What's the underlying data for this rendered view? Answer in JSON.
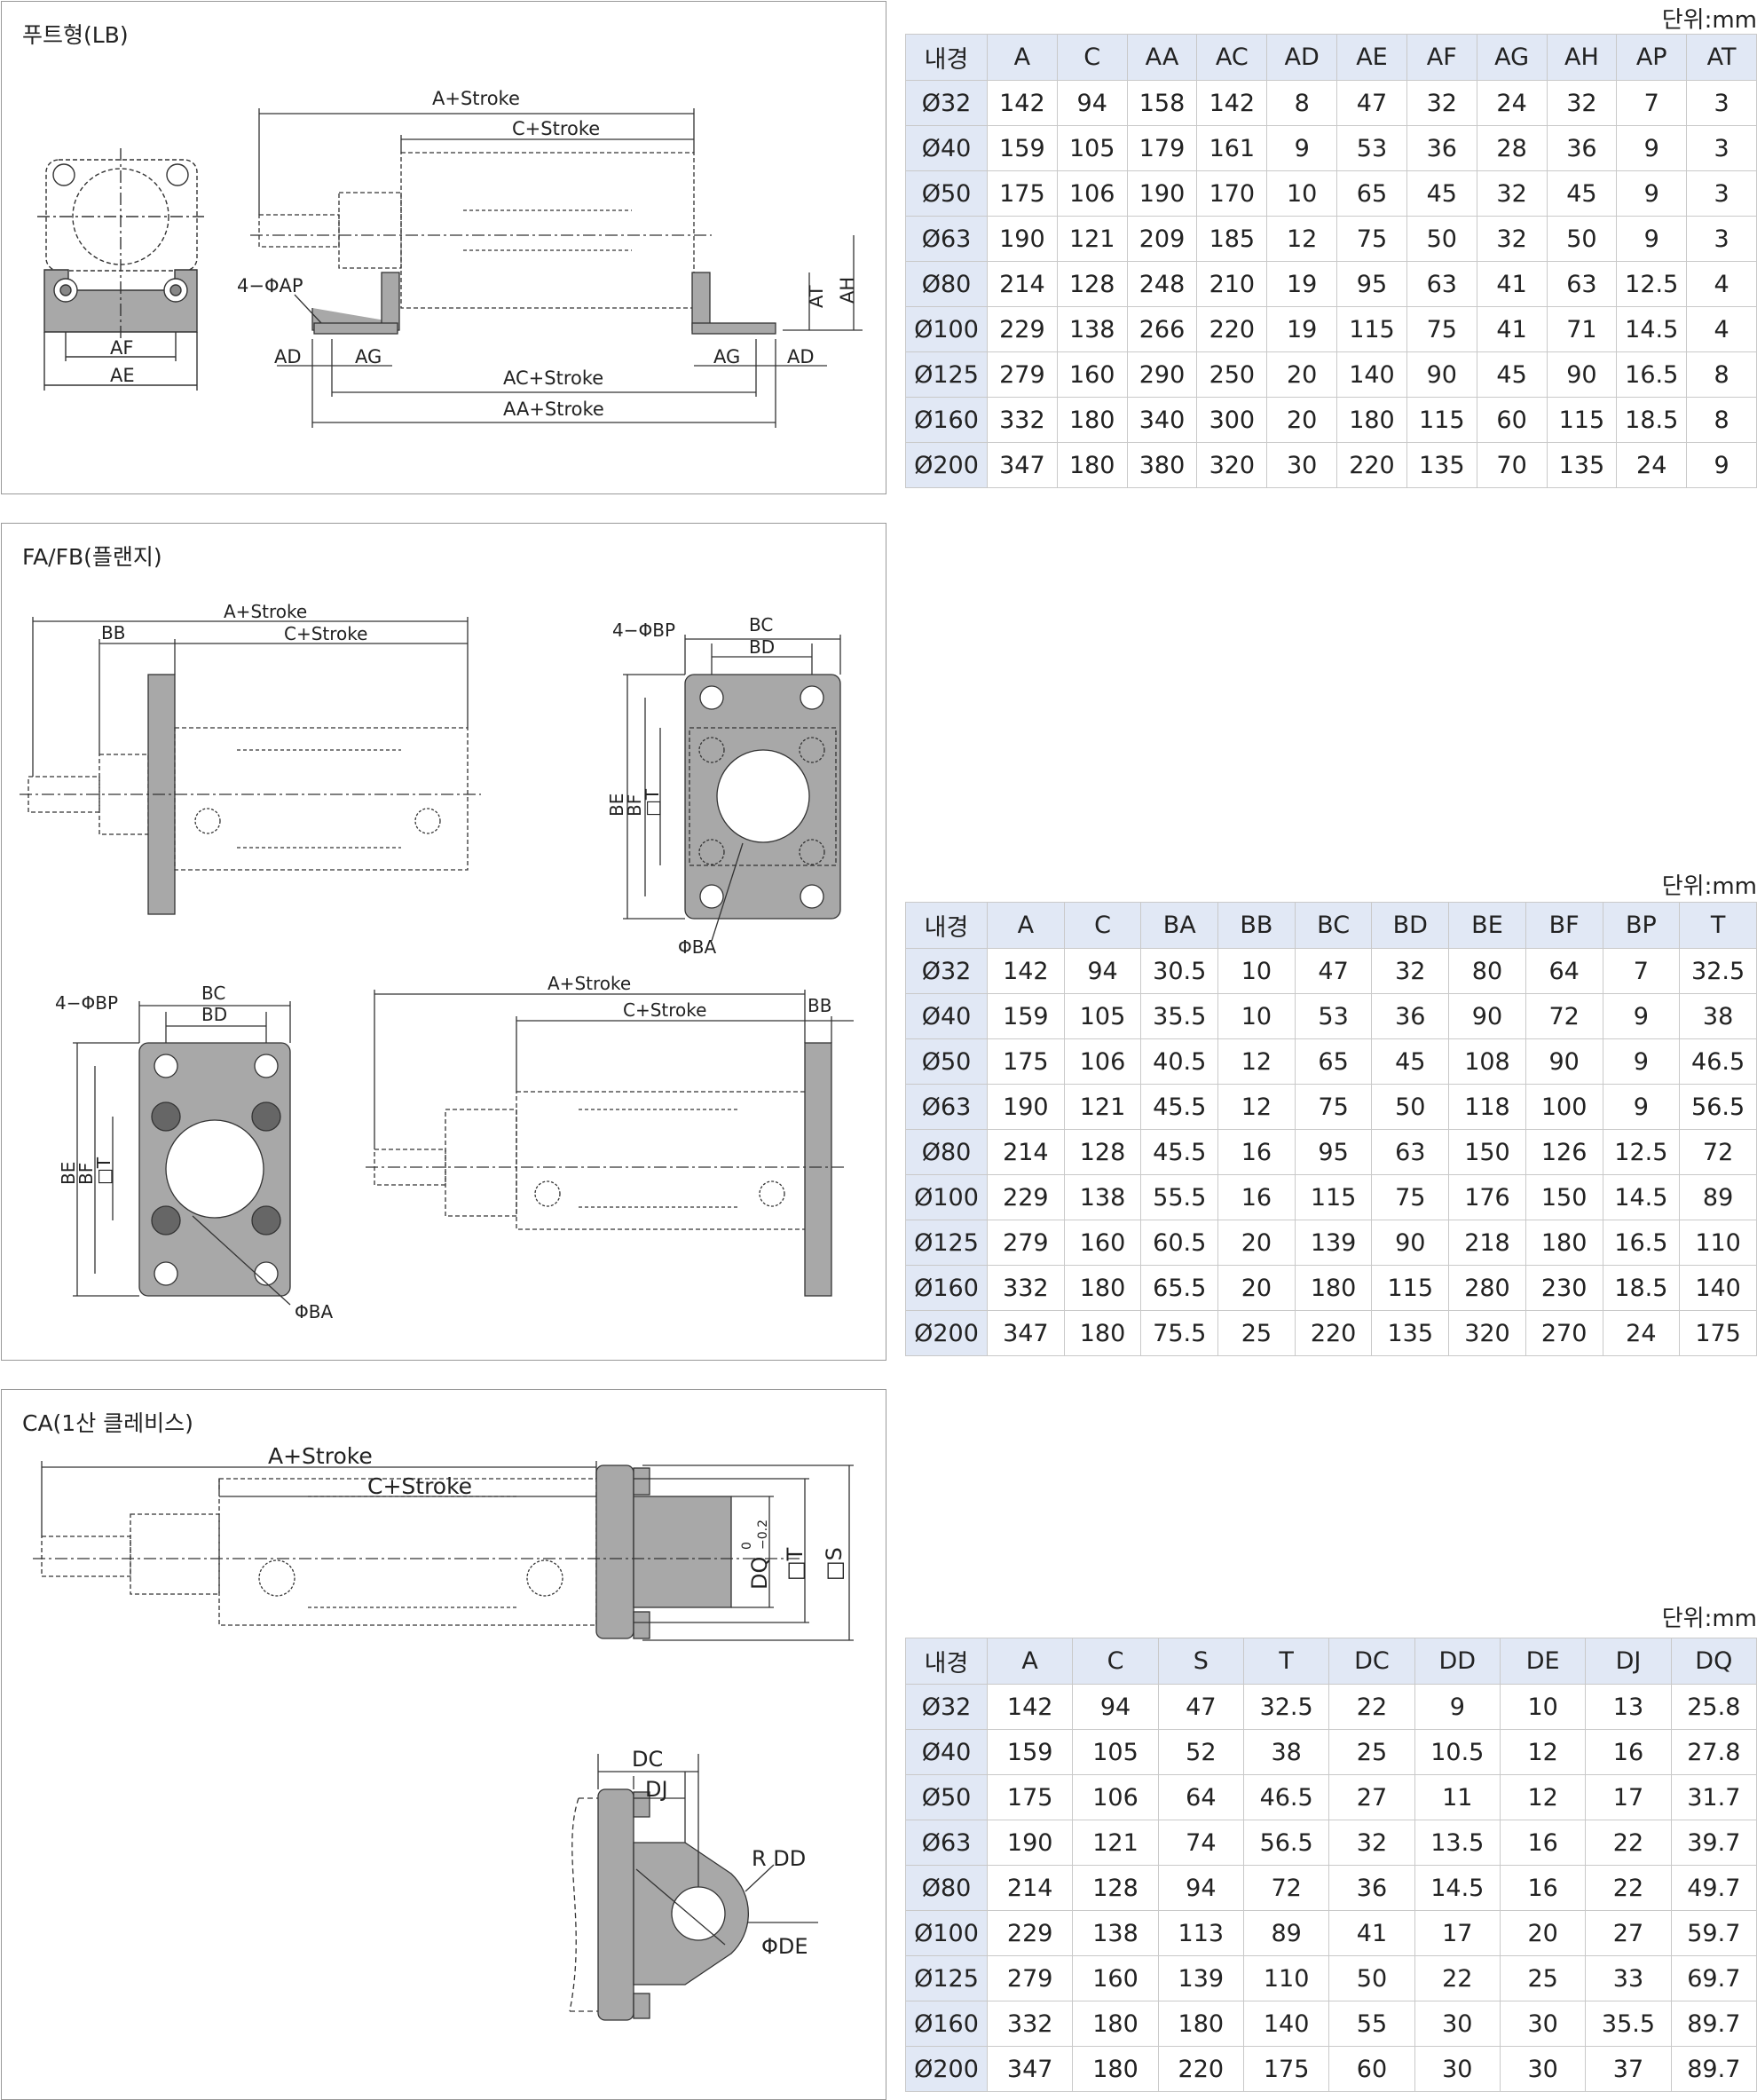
{
  "sections": [
    {
      "title": "푸트형(LB)",
      "unit": "단위:mm",
      "headers": [
        "내경",
        "A",
        "C",
        "AA",
        "AC",
        "AD",
        "AE",
        "AF",
        "AG",
        "AH",
        "AP",
        "AT"
      ],
      "rows": [
        [
          "Ø32",
          "142",
          "94",
          "158",
          "142",
          "8",
          "47",
          "32",
          "24",
          "32",
          "7",
          "3"
        ],
        [
          "Ø40",
          "159",
          "105",
          "179",
          "161",
          "9",
          "53",
          "36",
          "28",
          "36",
          "9",
          "3"
        ],
        [
          "Ø50",
          "175",
          "106",
          "190",
          "170",
          "10",
          "65",
          "45",
          "32",
          "45",
          "9",
          "3"
        ],
        [
          "Ø63",
          "190",
          "121",
          "209",
          "185",
          "12",
          "75",
          "50",
          "32",
          "50",
          "9",
          "3"
        ],
        [
          "Ø80",
          "214",
          "128",
          "248",
          "210",
          "19",
          "95",
          "63",
          "41",
          "63",
          "12.5",
          "4"
        ],
        [
          "Ø100",
          "229",
          "138",
          "266",
          "220",
          "19",
          "115",
          "75",
          "41",
          "71",
          "14.5",
          "4"
        ],
        [
          "Ø125",
          "279",
          "160",
          "290",
          "250",
          "20",
          "140",
          "90",
          "45",
          "90",
          "16.5",
          "8"
        ],
        [
          "Ø160",
          "332",
          "180",
          "340",
          "300",
          "20",
          "180",
          "115",
          "60",
          "115",
          "18.5",
          "8"
        ],
        [
          "Ø200",
          "347",
          "180",
          "380",
          "320",
          "30",
          "220",
          "135",
          "70",
          "135",
          "24",
          "9"
        ]
      ],
      "drawing_labels": {
        "a_stroke": "A+Stroke",
        "c_stroke": "C+Stroke",
        "ap": "4−ΦAP",
        "at": "AT",
        "ah": "AH",
        "ad_left": "AD",
        "ag_left": "AG",
        "ag_right": "AG",
        "ad_right": "AD",
        "ac_stroke": "AC+Stroke",
        "aa_stroke": "AA+Stroke",
        "af": "AF",
        "ae": "AE"
      }
    },
    {
      "title": "FA/FB(플랜지)",
      "unit": "단위:mm",
      "headers": [
        "내경",
        "A",
        "C",
        "BA",
        "BB",
        "BC",
        "BD",
        "BE",
        "BF",
        "BP",
        "T"
      ],
      "rows": [
        [
          "Ø32",
          "142",
          "94",
          "30.5",
          "10",
          "47",
          "32",
          "80",
          "64",
          "7",
          "32.5"
        ],
        [
          "Ø40",
          "159",
          "105",
          "35.5",
          "10",
          "53",
          "36",
          "90",
          "72",
          "9",
          "38"
        ],
        [
          "Ø50",
          "175",
          "106",
          "40.5",
          "12",
          "65",
          "45",
          "108",
          "90",
          "9",
          "46.5"
        ],
        [
          "Ø63",
          "190",
          "121",
          "45.5",
          "12",
          "75",
          "50",
          "118",
          "100",
          "9",
          "56.5"
        ],
        [
          "Ø80",
          "214",
          "128",
          "45.5",
          "16",
          "95",
          "63",
          "150",
          "126",
          "12.5",
          "72"
        ],
        [
          "Ø100",
          "229",
          "138",
          "55.5",
          "16",
          "115",
          "75",
          "176",
          "150",
          "14.5",
          "89"
        ],
        [
          "Ø125",
          "279",
          "160",
          "60.5",
          "20",
          "139",
          "90",
          "218",
          "180",
          "16.5",
          "110"
        ],
        [
          "Ø160",
          "332",
          "180",
          "65.5",
          "20",
          "180",
          "115",
          "280",
          "230",
          "18.5",
          "140"
        ],
        [
          "Ø200",
          "347",
          "180",
          "75.5",
          "25",
          "220",
          "135",
          "320",
          "270",
          "24",
          "175"
        ]
      ],
      "drawing_labels": {
        "a_stroke_top": "A+Stroke",
        "bb_top": "BB",
        "c_stroke_top": "C+Stroke",
        "bp_top": "4−ΦBP",
        "bc_top": "BC",
        "bd_top": "BD",
        "be_top": "BE",
        "bf_top": "BF",
        "t_top": "□T",
        "ba_top": "ΦBA",
        "bp_bottom": "4−ΦBP",
        "bc_bottom": "BC",
        "bd_bottom": "BD",
        "be_bottom": "BE",
        "bf_bottom": "BF",
        "t_bottom": "□T",
        "ba_bottom": "ΦBA",
        "a_stroke_bottom": "A+Stroke",
        "c_stroke_bottom": "C+Stroke",
        "bb_bottom": "BB"
      }
    },
    {
      "title": "CA(1산 클레비스)",
      "unit": "단위:mm",
      "headers": [
        "내경",
        "A",
        "C",
        "S",
        "T",
        "DC",
        "DD",
        "DE",
        "DJ",
        "DQ"
      ],
      "rows": [
        [
          "Ø32",
          "142",
          "94",
          "47",
          "32.5",
          "22",
          "9",
          "10",
          "13",
          "25.8"
        ],
        [
          "Ø40",
          "159",
          "105",
          "52",
          "38",
          "25",
          "10.5",
          "12",
          "16",
          "27.8"
        ],
        [
          "Ø50",
          "175",
          "106",
          "64",
          "46.5",
          "27",
          "11",
          "12",
          "17",
          "31.7"
        ],
        [
          "Ø63",
          "190",
          "121",
          "74",
          "56.5",
          "32",
          "13.5",
          "16",
          "22",
          "39.7"
        ],
        [
          "Ø80",
          "214",
          "128",
          "94",
          "72",
          "36",
          "14.5",
          "16",
          "22",
          "49.7"
        ],
        [
          "Ø100",
          "229",
          "138",
          "113",
          "89",
          "41",
          "17",
          "20",
          "27",
          "59.7"
        ],
        [
          "Ø125",
          "279",
          "160",
          "139",
          "110",
          "50",
          "22",
          "25",
          "33",
          "69.7"
        ],
        [
          "Ø160",
          "332",
          "180",
          "180",
          "140",
          "55",
          "30",
          "30",
          "35.5",
          "89.7"
        ],
        [
          "Ø200",
          "347",
          "180",
          "220",
          "175",
          "60",
          "30",
          "30",
          "37",
          "89.7"
        ]
      ],
      "drawing_labels": {
        "a_stroke": "A+Stroke",
        "c_stroke": "C+Stroke",
        "dq": "DQ",
        "dq_tol_top": "0",
        "dq_tol_bottom": "−0.2",
        "t": "□T",
        "s": "□S",
        "dc": "DC",
        "dj": "DJ",
        "rdd": "R DD",
        "de": "ΦDE"
      }
    }
  ]
}
